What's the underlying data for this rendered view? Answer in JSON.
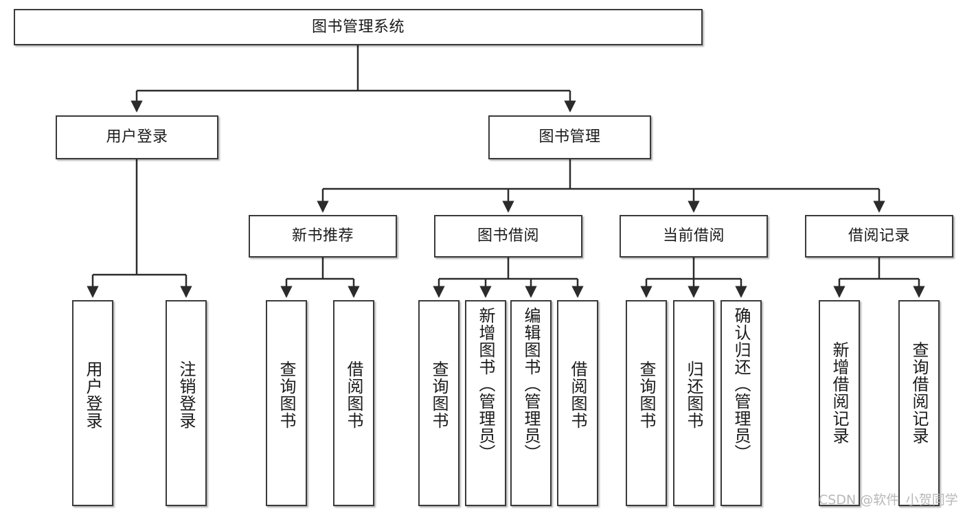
{
  "diagram": {
    "title": "图书管理系统",
    "type": "tree-hierarchy",
    "watermark": "CSDN @软件_小贺同学",
    "colors": {
      "box_border": "#3a3a3a",
      "box_fill": "#ffffff",
      "edge": "#2b2b2b",
      "text": "#1a1a1a",
      "watermark": "#b8b8b8"
    },
    "levels": [
      {
        "level": 1,
        "nodes": [
          {
            "id": "root",
            "label": "图书管理系统",
            "orientation": "horizontal"
          }
        ]
      },
      {
        "level": 2,
        "nodes": [
          {
            "id": "login",
            "label": "用户登录",
            "orientation": "horizontal",
            "parent": "root"
          },
          {
            "id": "bookmgmt",
            "label": "图书管理",
            "orientation": "horizontal",
            "parent": "root"
          }
        ]
      },
      {
        "level": 3,
        "nodes": [
          {
            "id": "newbook",
            "label": "新书推荐",
            "orientation": "horizontal",
            "parent": "bookmgmt"
          },
          {
            "id": "borrow",
            "label": "图书借阅",
            "orientation": "horizontal",
            "parent": "bookmgmt"
          },
          {
            "id": "current",
            "label": "当前借阅",
            "orientation": "horizontal",
            "parent": "bookmgmt"
          },
          {
            "id": "records",
            "label": "借阅记录",
            "orientation": "horizontal",
            "parent": "bookmgmt"
          }
        ]
      },
      {
        "level": 4,
        "nodes": [
          {
            "id": "leaf1",
            "label": "用户登录",
            "orientation": "vertical",
            "parent": "login"
          },
          {
            "id": "leaf2",
            "label": "注销登录",
            "orientation": "vertical",
            "parent": "login"
          },
          {
            "id": "leaf3",
            "label": "查询图书",
            "orientation": "vertical",
            "parent": "newbook"
          },
          {
            "id": "leaf4",
            "label": "借阅图书",
            "orientation": "vertical",
            "parent": "newbook"
          },
          {
            "id": "leaf5",
            "label": "查询图书",
            "orientation": "vertical",
            "parent": "borrow"
          },
          {
            "id": "leaf6",
            "label": "新增图书（管理员）",
            "orientation": "vertical",
            "parent": "borrow"
          },
          {
            "id": "leaf7",
            "label": "编辑图书（管理员）",
            "orientation": "vertical",
            "parent": "borrow"
          },
          {
            "id": "leaf8",
            "label": "借阅图书",
            "orientation": "vertical",
            "parent": "borrow"
          },
          {
            "id": "leaf9",
            "label": "查询图书",
            "orientation": "vertical",
            "parent": "current"
          },
          {
            "id": "leaf10",
            "label": "归还图书",
            "orientation": "vertical",
            "parent": "current"
          },
          {
            "id": "leaf11",
            "label": "确认归还（管理员）",
            "orientation": "vertical",
            "parent": "current"
          },
          {
            "id": "leaf12",
            "label": "新增借阅记录",
            "orientation": "vertical",
            "parent": "records"
          },
          {
            "id": "leaf13",
            "label": "查询借阅记录",
            "orientation": "vertical",
            "parent": "records"
          }
        ]
      }
    ]
  }
}
